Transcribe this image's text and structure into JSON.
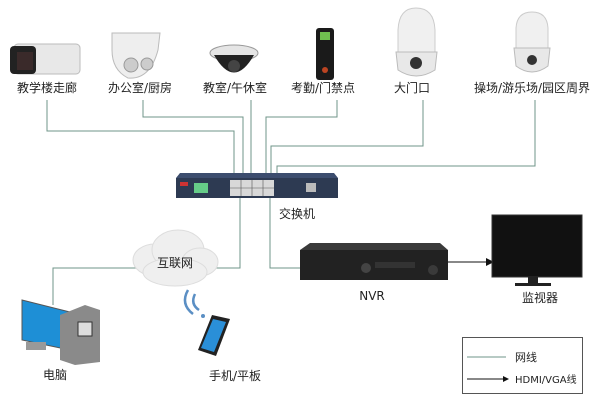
{
  "devices": {
    "corridor": "教学楼走廊",
    "office": "办公室/厨房",
    "classroom": "教室/午休室",
    "attendance": "考勤/门禁点",
    "gate": "大门口",
    "playground": "操场/游乐场/园区周界",
    "switch": "交换机",
    "internet": "互联网",
    "nvr": "NVR",
    "monitor": "监视器",
    "computer": "电脑",
    "mobile": "手机/平板"
  },
  "legend": {
    "network_cable": "网线",
    "video_cable": "HDMI/VGA线"
  },
  "colors": {
    "network_line": "#6f9488",
    "video_line": "#111111",
    "switch_body": "#2d3a52",
    "screen_blue": "#1e8fd6"
  }
}
